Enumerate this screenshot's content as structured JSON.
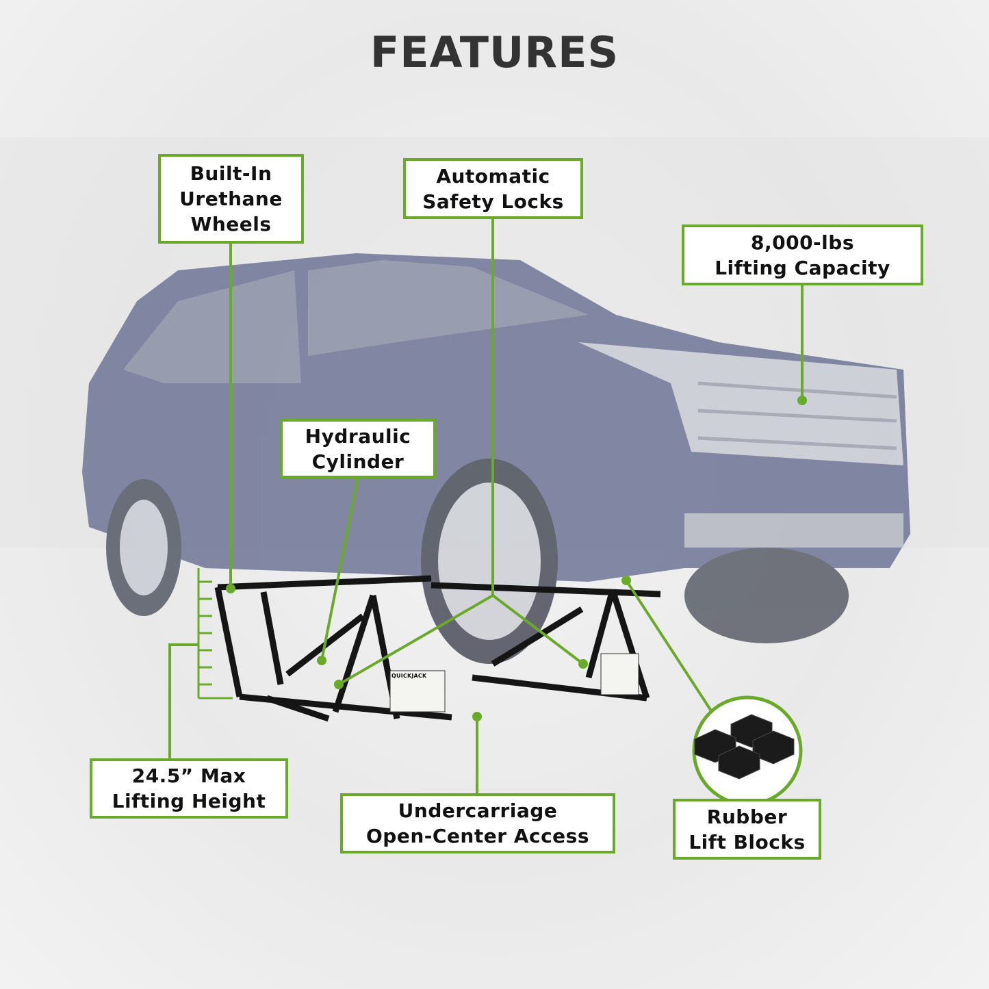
{
  "title": "FEATURES",
  "accent_color": "#6aaa2a",
  "callouts": {
    "wheels": "Built-In\nUrethane\nWheels",
    "locks": "Automatic\nSafety Locks",
    "capacity": "8,000-lbs\nLifting Capacity",
    "cylinder": "Hydraulic\nCylinder",
    "height": "24.5” Max\nLifting Height",
    "access": "Undercarriage\nOpen-Center Access",
    "blocks": "Rubber\nLift Blocks"
  },
  "brand": "QUICKJACK"
}
